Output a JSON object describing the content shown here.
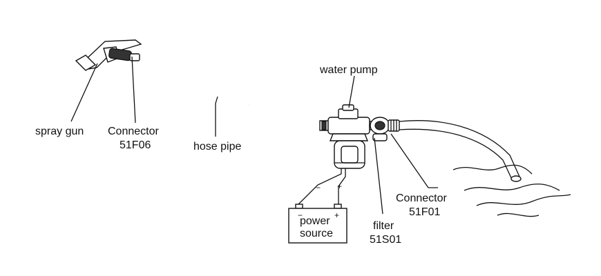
{
  "labels": {
    "spray_gun": "spray gun",
    "connector_left": [
      "Connector",
      "51F06"
    ],
    "hose_pipe": "hose pipe",
    "water_pump": "water pump",
    "power_source": [
      "power",
      "source"
    ],
    "filter": [
      "filter",
      "51S01"
    ],
    "connector_right": [
      "Connector",
      "51F01"
    ],
    "battery_minus": "−",
    "battery_plus": "+",
    "wire_minus": "−",
    "wire_plus": "+"
  },
  "colors": {
    "ink": "#111111",
    "background": "#ffffff"
  }
}
